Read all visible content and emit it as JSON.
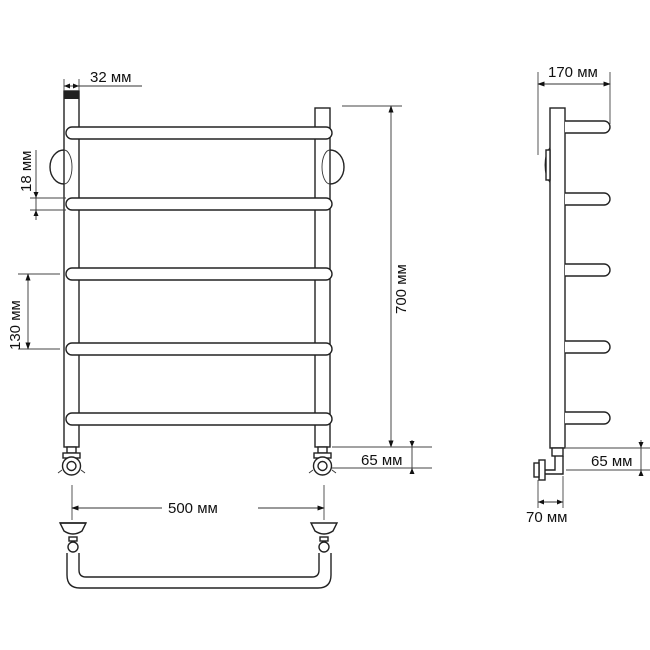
{
  "dimensions": {
    "top_tube_diameter": "32 мм",
    "tube_gap": "18 мм",
    "rung_spacing": "130 мм",
    "height": "700 мм",
    "bottom_offset_front": "65 мм",
    "center_width": "500 мм",
    "depth": "170 мм",
    "bottom_offset_side": "65 мм",
    "wall_offset": "70 мм"
  },
  "colors": {
    "line": "#222222",
    "background": "#ffffff"
  }
}
